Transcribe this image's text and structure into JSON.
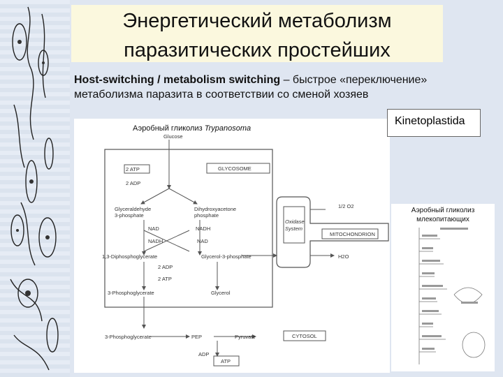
{
  "title": {
    "line1": "Энергетический метаболизм",
    "line2": "паразитических простейших"
  },
  "intro": {
    "term": "Host-switching / metabolism switching",
    "rest_line1": " – быстрое «переключение»",
    "line2": "метаболизма паразита в соответствии со сменой хозяев"
  },
  "kinetoplastida_label": "Kinetoplastida",
  "left_panel": {
    "heading_prefix": "Аэробный гликолиз ",
    "heading_organism": "Trypanosoma",
    "labels": {
      "glucose": "Glucose",
      "atp2": "2 ATP",
      "adp2": "2 ADP",
      "glycosome": "GLYCOSOME",
      "g3p": "Glyceraldehyde",
      "g3p2": "3-phosphate",
      "dhap": "Dihydroxyacetone",
      "dhap2": "phosphate",
      "nad_left": "NAD",
      "nadh_left": "NADH",
      "nadh_right": "NADH",
      "nad_right": "NAD",
      "bpg": "1,3-Diphosphoglycerate",
      "gly3p": "Glycerol-3-phosphate",
      "adp2b": "2 ADP",
      "atp2b": "2 ATP",
      "pg3": "3-Phosphoglycerate",
      "glycerol": "Glycerol",
      "oxidase": "Oxidase",
      "oxidase2": "System",
      "mito": "MITOCHONDRION",
      "half_o2": "1/2 O2",
      "h2o": "H2O",
      "pg3b": "3-Phosphoglycerate",
      "pep": "PEP",
      "pyruvate": "Pyruvate",
      "cytosol": "CYTOSOL",
      "adp": "ADP",
      "atp": "ATP"
    }
  },
  "right_panel": {
    "heading_line1": "Аэробный гликолиз",
    "heading_line2": "млекопитающих"
  }
}
